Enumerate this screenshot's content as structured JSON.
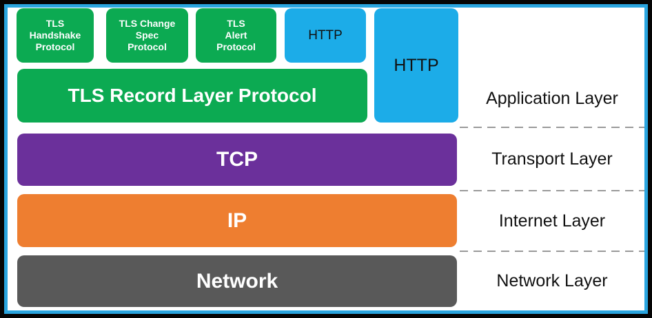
{
  "palette": {
    "green": "#0CAA52",
    "blue": "#1CACE8",
    "purple": "#6B309B",
    "orange": "#EE7E30",
    "dark_gray": "#595959",
    "frame_outer_black": "#050505",
    "frame_inner_blue": "#2AA5DF",
    "separator_gray": "#999999",
    "box_text_light": "#FFFFFF",
    "box_text_dark": "#111111"
  },
  "application_layer": {
    "tls_handshake": "TLS\nHandshake\nProtocol",
    "tls_change_spec": "TLS Change\nSpec\nProtocol",
    "tls_alert": "TLS\nAlert\nProtocol",
    "http_upper": "HTTP",
    "http_side": "HTTP",
    "tls_record": "TLS Record Layer Protocol"
  },
  "transport_layer": {
    "tcp": "TCP"
  },
  "internet_layer": {
    "ip": "IP"
  },
  "network_layer": {
    "network": "Network"
  },
  "layer_labels": [
    "Application Layer",
    "Transport Layer",
    "Internet Layer",
    "Network Layer"
  ]
}
